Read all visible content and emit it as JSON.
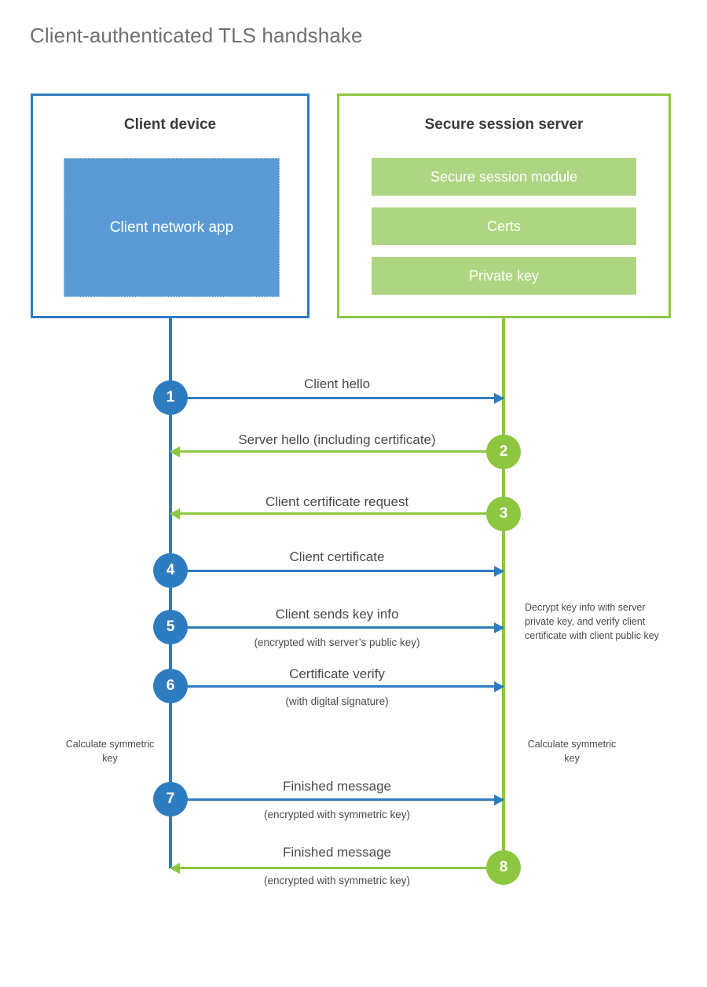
{
  "title": "Client-authenticated TLS handshake",
  "colors": {
    "client_blue": "#2e7cc0",
    "client_app_fill": "#5b9bd5",
    "server_green": "#8dc63f",
    "server_bar_fill": "#aed581",
    "title_gray": "#6e7073",
    "text_gray": "#4a4a4a"
  },
  "client": {
    "title": "Client device",
    "app_label": "Client network app"
  },
  "server": {
    "title": "Secure session server",
    "components": [
      {
        "label": "Secure session module"
      },
      {
        "label": "Certs"
      },
      {
        "label": "Private key"
      }
    ]
  },
  "notes": {
    "server_decrypt": "Decrypt key info with server private key, and verify client certificate with client public key",
    "client_calculate": "Calculate symmetric key",
    "server_calculate": "Calculate symmetric key"
  },
  "chart_data": {
    "type": "sequence-diagram",
    "title": "Client-authenticated TLS handshake",
    "participants": [
      "Client device",
      "Secure session server"
    ],
    "steps": [
      {
        "number": "1",
        "label": "Client hello",
        "sublabel": "",
        "from": "client",
        "to": "server",
        "direction": "right",
        "color": "#2e7cc0"
      },
      {
        "number": "2",
        "label": "Server hello (including certificate)",
        "sublabel": "",
        "from": "server",
        "to": "client",
        "direction": "left",
        "color": "#8dc63f"
      },
      {
        "number": "3",
        "label": "Client certificate request",
        "sublabel": "",
        "from": "server",
        "to": "client",
        "direction": "left",
        "color": "#8dc63f"
      },
      {
        "number": "4",
        "label": "Client certificate",
        "sublabel": "",
        "from": "client",
        "to": "server",
        "direction": "right",
        "color": "#2e7cc0"
      },
      {
        "number": "5",
        "label": "Client sends key info",
        "sublabel": "(encrypted with server’s public key)",
        "from": "client",
        "to": "server",
        "direction": "right",
        "color": "#2e7cc0"
      },
      {
        "number": "6",
        "label": "Certificate verify",
        "sublabel": "(with digital signature)",
        "from": "client",
        "to": "server",
        "direction": "right",
        "color": "#2e7cc0"
      },
      {
        "number": "7",
        "label": "Finished message",
        "sublabel": "(encrypted with symmetric key)",
        "from": "client",
        "to": "server",
        "direction": "right",
        "color": "#2e7cc0"
      },
      {
        "number": "8",
        "label": "Finished message",
        "sublabel": "(encrypted with symmetric key)",
        "from": "server",
        "to": "client",
        "direction": "left",
        "color": "#8dc63f"
      }
    ],
    "annotations": [
      {
        "side": "server",
        "text": "Decrypt key info with server private key, and verify client certificate with client public key"
      },
      {
        "side": "client",
        "text": "Calculate symmetric key"
      },
      {
        "side": "server",
        "text": "Calculate symmetric key"
      }
    ]
  }
}
